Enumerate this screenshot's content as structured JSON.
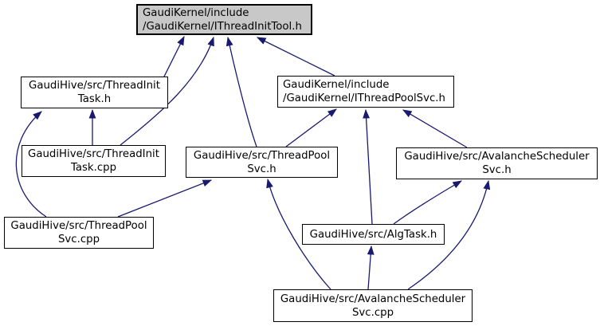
{
  "diagram": {
    "kind": "include-dependency-graph",
    "edge_color": "#191970",
    "highlight_fill": "#c8c8c8",
    "node_fill": "#ffffff",
    "node_border": "#000000",
    "nodes": [
      {
        "id": "ithreadinittool-h",
        "line1": "GaudiKernel/include",
        "line2": "/GaudiKernel/IThreadInitTool.h",
        "highlighted": true
      },
      {
        "id": "threadinittask-h",
        "line1": "GaudiHive/src/ThreadInit",
        "line2": "Task.h"
      },
      {
        "id": "ithreadpoolsvc-h",
        "line1": "GaudiKernel/include",
        "line2": "/GaudiKernel/IThreadPoolSvc.h"
      },
      {
        "id": "threadinittask-cpp",
        "line1": "GaudiHive/src/ThreadInit",
        "line2": "Task.cpp"
      },
      {
        "id": "threadpoolsvc-h",
        "line1": "GaudiHive/src/ThreadPool",
        "line2": "Svc.h"
      },
      {
        "id": "avalancheschedulersvc-h",
        "line1": "GaudiHive/src/AvalancheScheduler",
        "line2": "Svc.h"
      },
      {
        "id": "threadpoolsvc-cpp",
        "line1": "GaudiHive/src/ThreadPool",
        "line2": "Svc.cpp"
      },
      {
        "id": "algtask-h",
        "line1": "GaudiHive/src/AlgTask.h"
      },
      {
        "id": "avalancheschedulersvc-cpp",
        "line1": "GaudiHive/src/AvalancheScheduler",
        "line2": "Svc.cpp"
      }
    ],
    "edges": [
      {
        "from": "threadinittask-h",
        "to": "ithreadinittool-h"
      },
      {
        "from": "threadinittask-cpp",
        "to": "threadinittask-h"
      },
      {
        "from": "threadinittask-cpp",
        "to": "ithreadinittool-h"
      },
      {
        "from": "threadpoolsvc-h",
        "to": "ithreadinittool-h"
      },
      {
        "from": "threadpoolsvc-h",
        "to": "ithreadpoolsvc-h"
      },
      {
        "from": "ithreadpoolsvc-h",
        "to": "ithreadinittool-h"
      },
      {
        "from": "threadpoolsvc-cpp",
        "to": "threadinittask-h"
      },
      {
        "from": "threadpoolsvc-cpp",
        "to": "threadpoolsvc-h"
      },
      {
        "from": "avalancheschedulersvc-h",
        "to": "ithreadpoolsvc-h"
      },
      {
        "from": "algtask-h",
        "to": "ithreadpoolsvc-h"
      },
      {
        "from": "algtask-h",
        "to": "avalancheschedulersvc-h"
      },
      {
        "from": "avalancheschedulersvc-cpp",
        "to": "threadpoolsvc-h"
      },
      {
        "from": "avalancheschedulersvc-cpp",
        "to": "algtask-h"
      },
      {
        "from": "avalancheschedulersvc-cpp",
        "to": "avalancheschedulersvc-h"
      }
    ]
  }
}
